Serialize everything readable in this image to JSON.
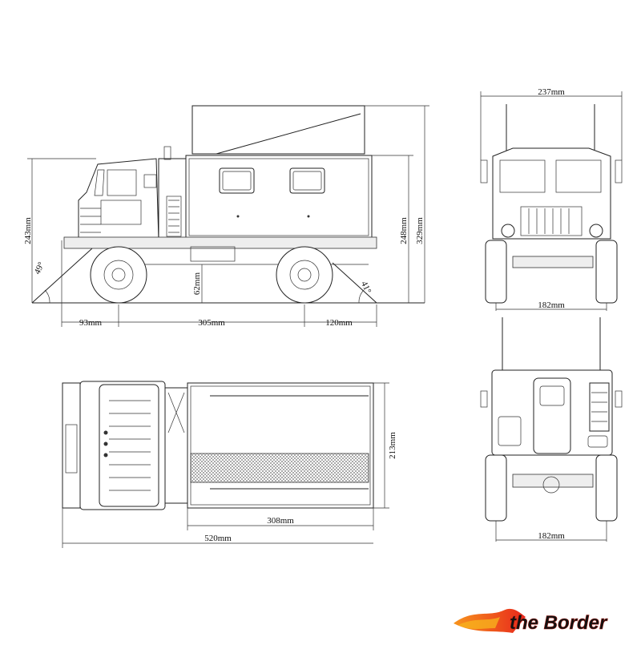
{
  "dimensions": {
    "side": {
      "length_front_overhang": "93mm",
      "wheelbase": "305mm",
      "length_rear_overhang": "120mm",
      "height_cab": "243mm",
      "height_box": "248mm",
      "height_total": "329mm",
      "ground_clearance": "62mm",
      "approach_angle": "49°",
      "departure_angle": "41°"
    },
    "front": {
      "width_top": "237mm",
      "track": "182mm"
    },
    "top": {
      "length_total": "520mm",
      "length_box": "308mm",
      "width": "213mm"
    },
    "rear": {
      "track": "182mm"
    }
  },
  "logo": {
    "text": "the Border"
  },
  "colors": {
    "line": "#222222",
    "logo_red": "#e8261c",
    "logo_orange": "#f7941d"
  }
}
